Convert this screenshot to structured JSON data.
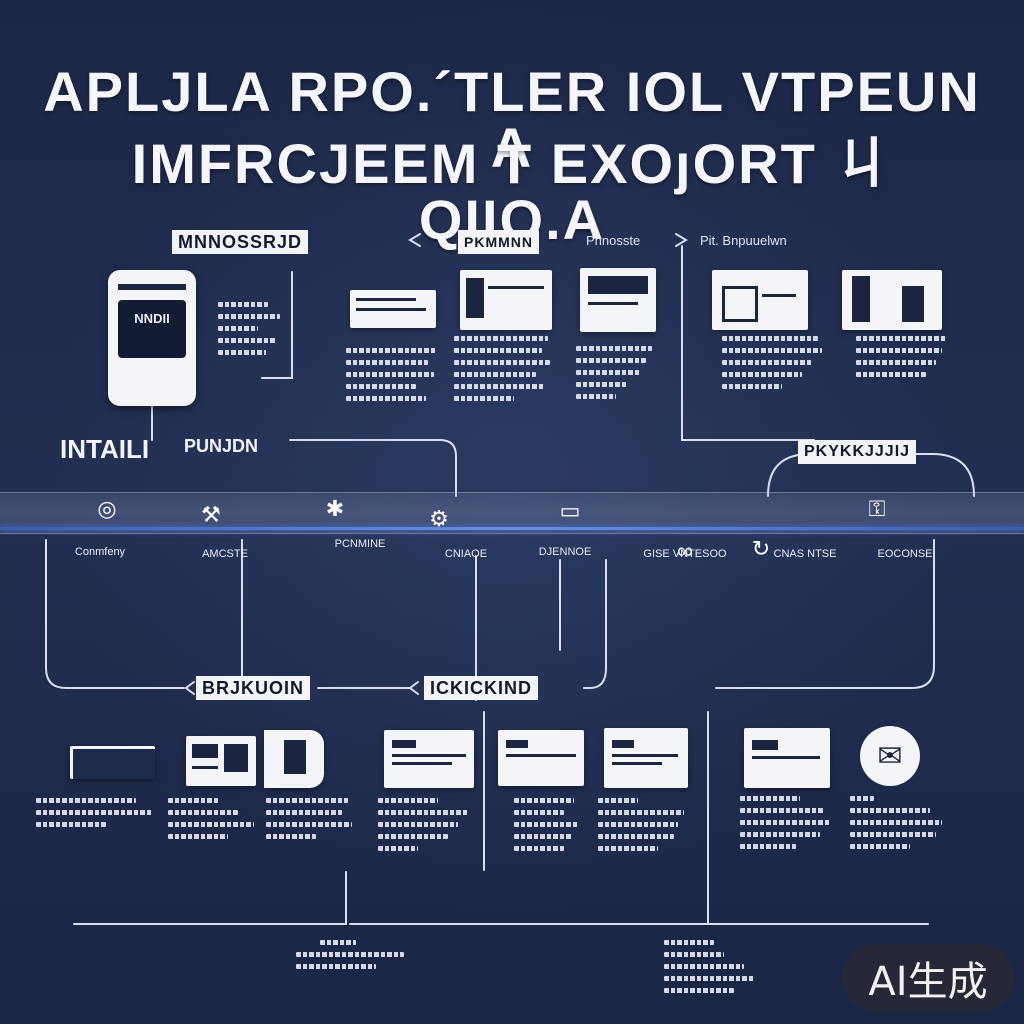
{
  "title": {
    "line1": "APLJLA RPO.´TLER IOL VTPEUN A",
    "line2": "IMFRCJEEM T EXOȷORT ㄐQIIO.A"
  },
  "labels": {
    "top_left": "MNNOSSRJD",
    "top_middle": "PKMMNN",
    "top_middle_note": "Pnnosste",
    "top_right_note": "Pit. Bnpuuelwn",
    "intail": "INTAILI",
    "intail_suffix": "PUNJDN",
    "right_tag": "PKYKKJJJIJ",
    "bottom_left_tag": "BRJKUOIN",
    "bottom_mid_tag": "ICKICKIND"
  },
  "device": {
    "screen_text": "NNDII"
  },
  "nodes": [
    {
      "icon": "target-icon",
      "glyph": "◎",
      "label": "Conmfeny"
    },
    {
      "icon": "tools-icon",
      "glyph": "⚒",
      "label": "AMCSTE"
    },
    {
      "icon": "puzzle-icon",
      "glyph": "✱",
      "label": "PCNMINE"
    },
    {
      "icon": "gear-icon",
      "glyph": "⚙",
      "label": "CNIAOE"
    },
    {
      "icon": "monitor-icon",
      "glyph": "▭",
      "label": "DJENNOE"
    },
    {
      "icon": "link-icon",
      "glyph": "∞",
      "label": "GISE VNTESOO"
    },
    {
      "icon": "refresh-icon",
      "glyph": "↻",
      "label": "CNAS NTSE"
    },
    {
      "icon": "lock-icon",
      "glyph": "⚿",
      "label": "EOCONSE"
    }
  ],
  "badge": {
    "text": "AI生成"
  }
}
